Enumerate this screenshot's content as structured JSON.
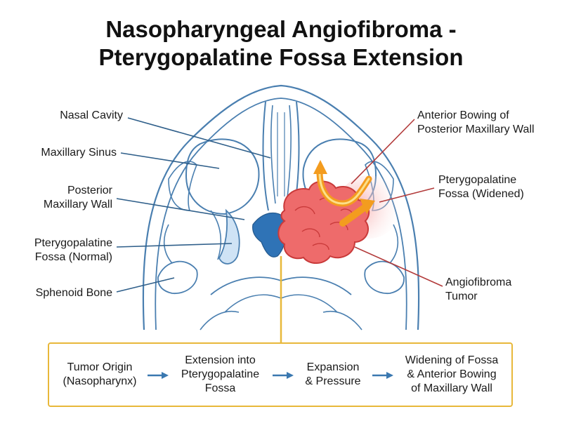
{
  "title": {
    "line1": "Nasopharyngeal Angiofibroma -",
    "line2": "Pterygopalatine Fossa Extension"
  },
  "labels_left": [
    {
      "id": "nasal-cavity",
      "lines": [
        "Nasal Cavity"
      ]
    },
    {
      "id": "maxillary-sinus",
      "lines": [
        "Maxillary Sinus"
      ]
    },
    {
      "id": "posterior-maxillary-wall",
      "lines": [
        "Posterior",
        "Maxillary Wall"
      ]
    },
    {
      "id": "pterygopalatine-fossa-normal",
      "lines": [
        "Pterygopalatine",
        "Fossa (Normal)"
      ]
    },
    {
      "id": "sphenoid-bone",
      "lines": [
        "Sphenoid Bone"
      ]
    }
  ],
  "labels_right": [
    {
      "id": "anterior-bowing",
      "lines": [
        "Anterior Bowing of",
        "Posterior Maxillary Wall"
      ]
    },
    {
      "id": "pterygopalatine-fossa-widened",
      "lines": [
        "Pterygopalatine",
        "Fossa (Widened)"
      ]
    },
    {
      "id": "angiofibroma-tumor",
      "lines": [
        "Angiofibroma",
        "Tumor"
      ]
    }
  ],
  "flow_steps": [
    {
      "lines": [
        "Tumor Origin",
        "(Nasopharynx)"
      ]
    },
    {
      "lines": [
        "Extension into",
        "Pterygopalatine",
        "Fossa"
      ]
    },
    {
      "lines": [
        "Expansion",
        "& Pressure"
      ]
    },
    {
      "lines": [
        "Widening of Fossa",
        "& Anterior Bowing",
        "of Maxillary Wall"
      ]
    }
  ],
  "colors": {
    "anatomy_line": "#4a7fb0",
    "leader_left": "#2f5f8a",
    "leader_right": "#b23a3a",
    "tumor_fill": "#ee6b6b",
    "tumor_stroke": "#c93a3a",
    "nasopharynx_fill": "#2f73b6",
    "fossa_normal_fill": "#cfe3f5",
    "bowing_arrow": "#f39c1f",
    "flow_border": "#e8b83a",
    "flow_arrow": "#3a78b0"
  }
}
